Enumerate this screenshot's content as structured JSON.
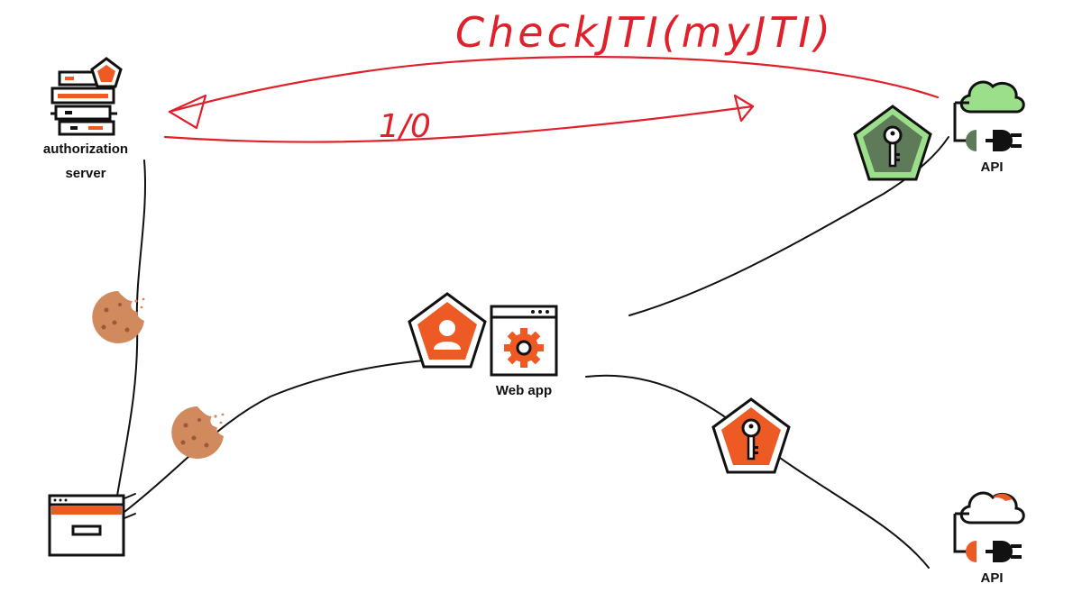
{
  "colors": {
    "orange": "#ee5a24",
    "ink": "#111111",
    "red_annotation": "#e0202a",
    "green_light": "#9cdf8a",
    "green_dark": "#5e7a58",
    "cookie": "#d08a5e",
    "cookie_spot": "#9a5a38"
  },
  "annotations": {
    "call": "CheckJTI(myJTI)",
    "response": "1/0"
  },
  "nodes": {
    "auth_server": {
      "label_line1": "authorization",
      "label_line2": "server",
      "icon": "server-rack-icon"
    },
    "web_app": {
      "label": "Web app",
      "icon": "web-app-gear-icon"
    },
    "api_top": {
      "label": "API",
      "icon": "cloud-plug-icon",
      "state": "green"
    },
    "api_bottom": {
      "label": "API",
      "icon": "cloud-plug-icon",
      "state": "orange"
    },
    "browser": {
      "icon": "browser-window-icon"
    },
    "user_token": {
      "icon": "user-pentagon-icon"
    },
    "key_token_top": {
      "icon": "key-pentagon-icon",
      "state": "green"
    },
    "key_token_bottom": {
      "icon": "key-pentagon-icon",
      "state": "orange"
    },
    "cookies": {
      "icon": "cookie-icon"
    }
  }
}
